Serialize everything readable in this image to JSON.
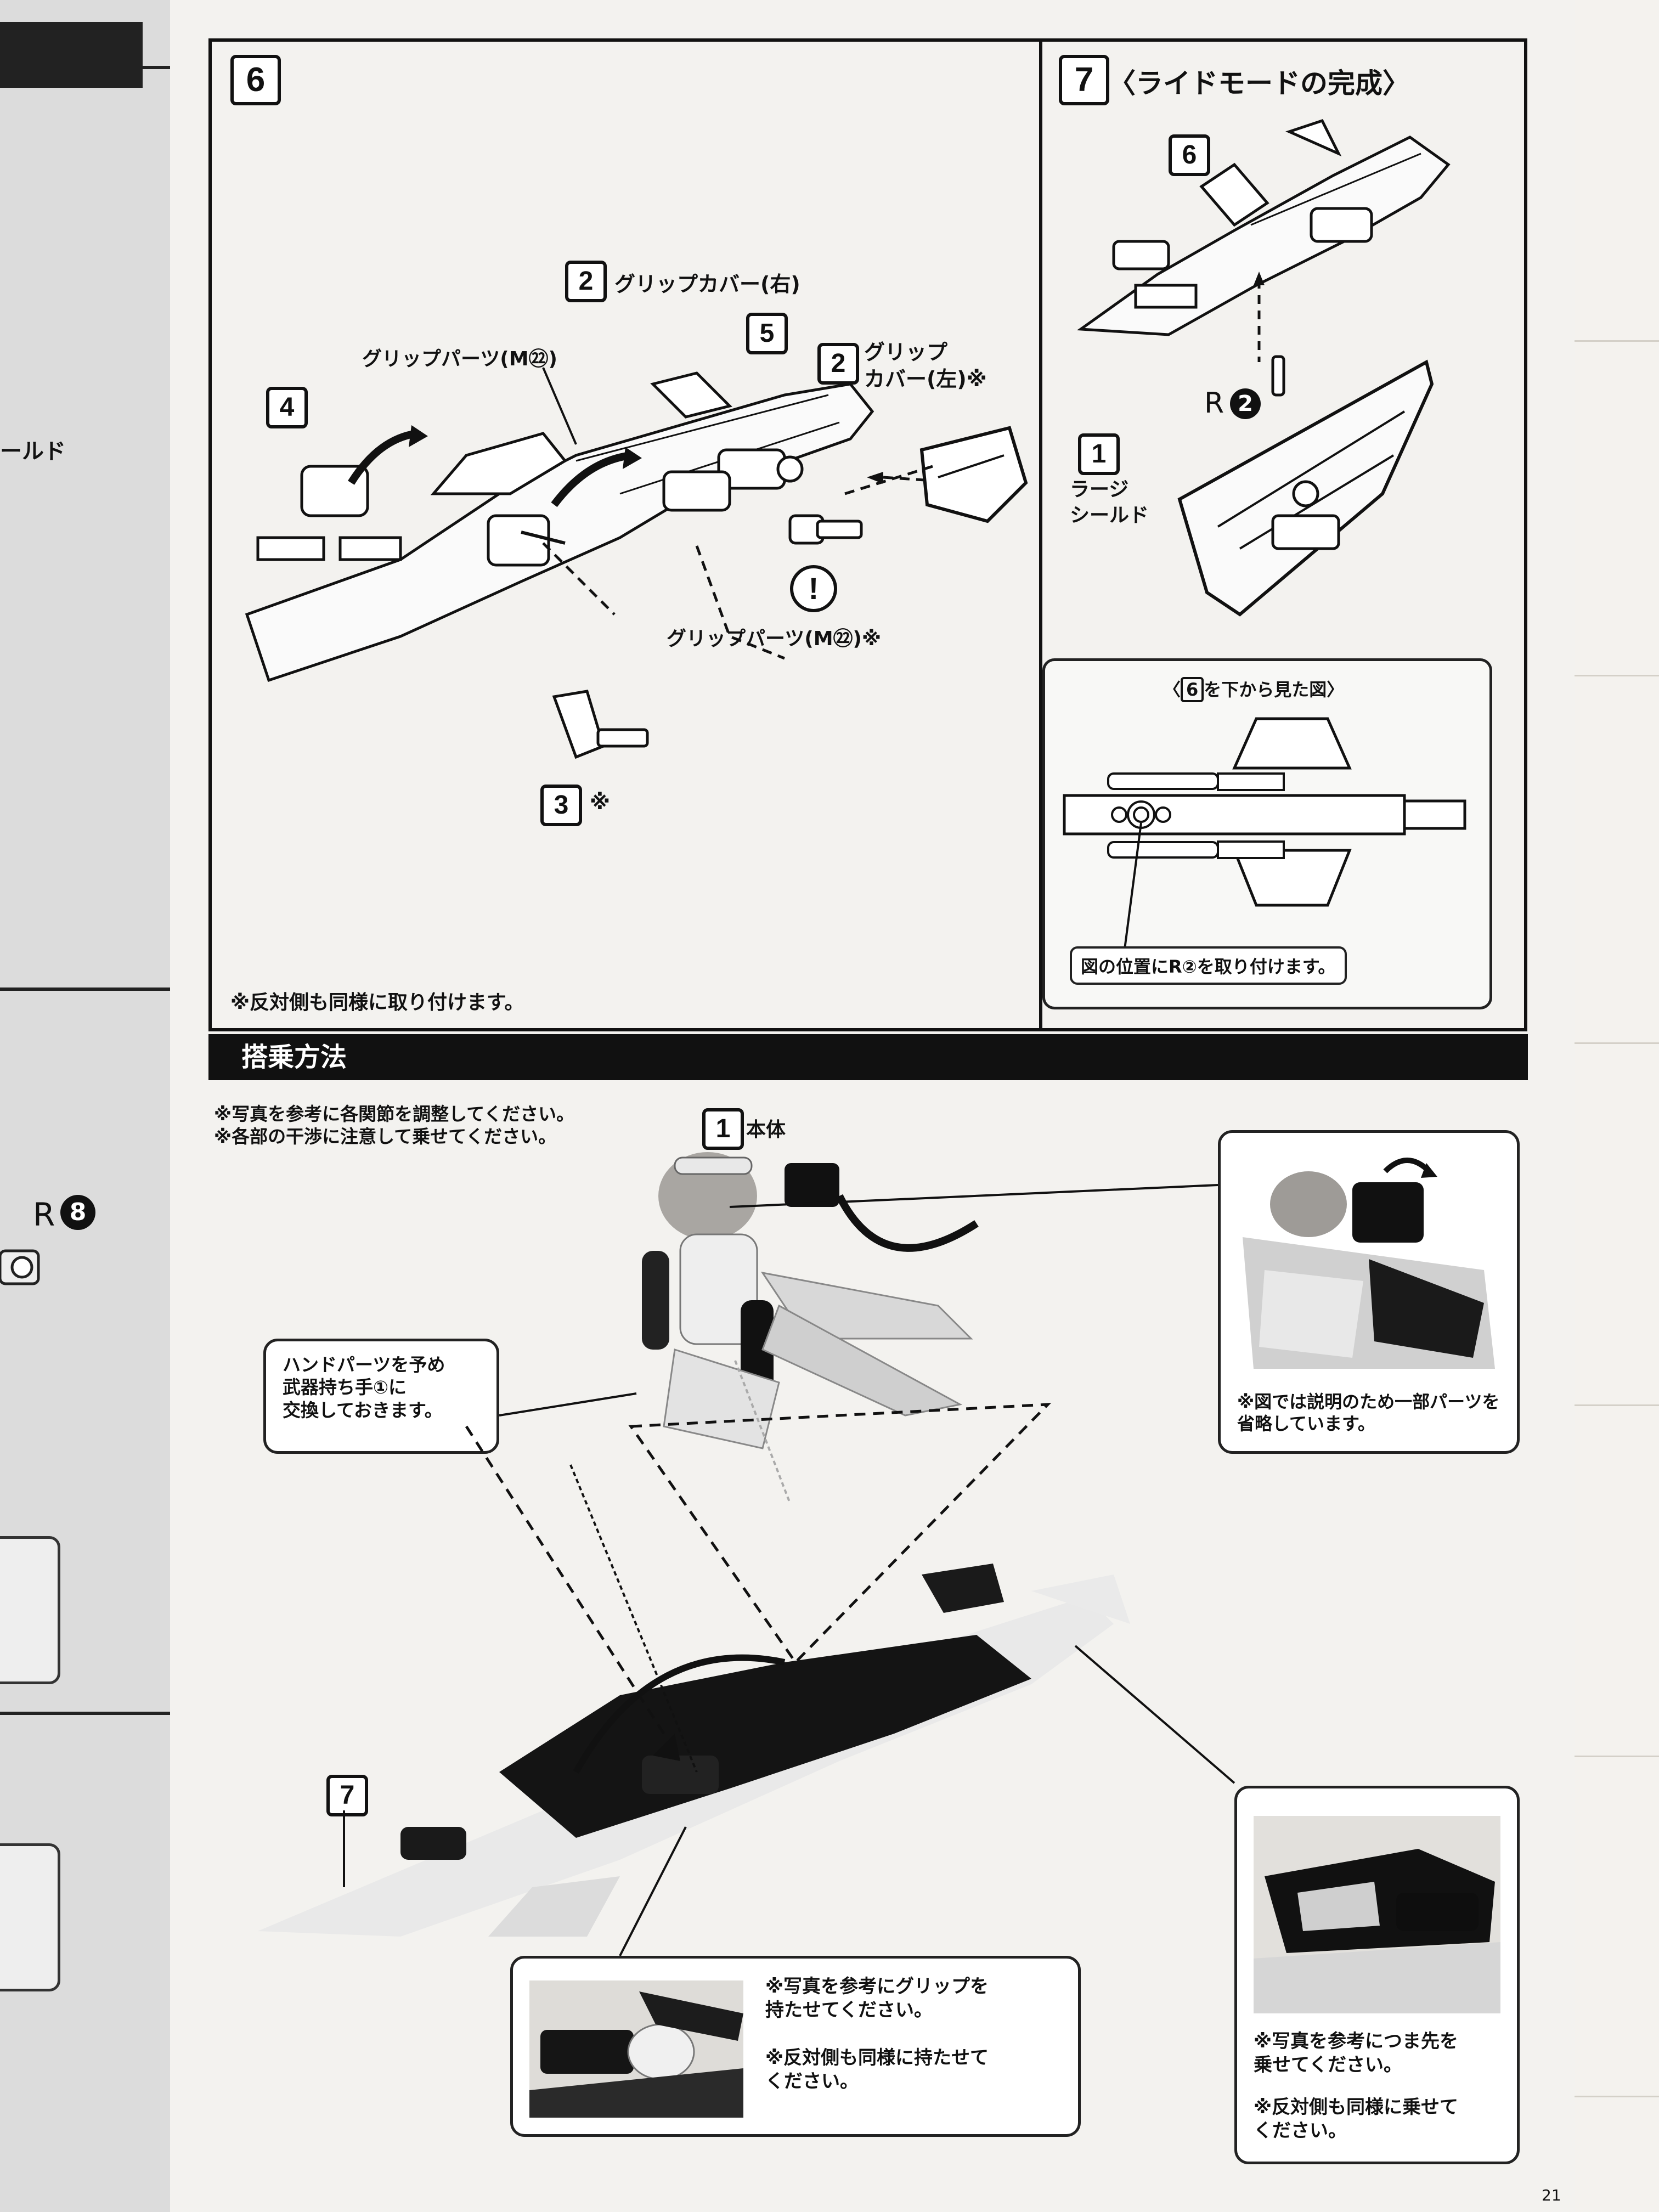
{
  "prev_page": {
    "text_shield": "ールド",
    "r8_letter": "R",
    "r8_num": "8"
  },
  "step6": {
    "number": "6",
    "parts": {
      "p2_num": "2",
      "p2_label": "グリップカバー(右)",
      "grip_m22_label": "グリップパーツ(M㉒)",
      "p5_num": "5",
      "p4_num": "4",
      "p2b_num": "2",
      "p2b_label": "グリップ\nカバー(左)※",
      "grip_m22b_label": "グリップパーツ(M㉒)※",
      "p3_num": "3",
      "p3_mark": "※"
    },
    "caution_mark": "!",
    "note": "※反対側も同様に取り付けます。"
  },
  "step7": {
    "number": "7",
    "title": "〈ライドモードの完成〉",
    "p6_num": "6",
    "r2_letter": "R",
    "r2_num": "2",
    "p1_num": "1",
    "p1_label": "ラージ\nシールド",
    "subview": {
      "title_pre": "〈",
      "title_num": "6",
      "title_post": "を下から見た図〉",
      "note": "図の位置にR②を取り付けます。"
    }
  },
  "riding": {
    "heading": "搭乗方法",
    "notes": "※写真を参考に各関節を調整してください。\n※各部の干渉に注意して乗せてください。",
    "p1_num": "1",
    "p1_label": "本体",
    "hand_callout": "ハンドパーツを予め\n武器持ち手①に\n交換しておきます。",
    "inset_top_note": "※図では説明のため一部パーツを\n省略しています。",
    "p7_num": "7",
    "grip_note_1": "※写真を参考にグリップを\n持たせてください。",
    "grip_note_2": "※反対側も同様に持たせて\nください。",
    "toe_note_1": "※写真を参考につま先を\n乗せてください。",
    "toe_note_2": "※反対側も同様に乗せて\nください。"
  },
  "page_number": "21"
}
